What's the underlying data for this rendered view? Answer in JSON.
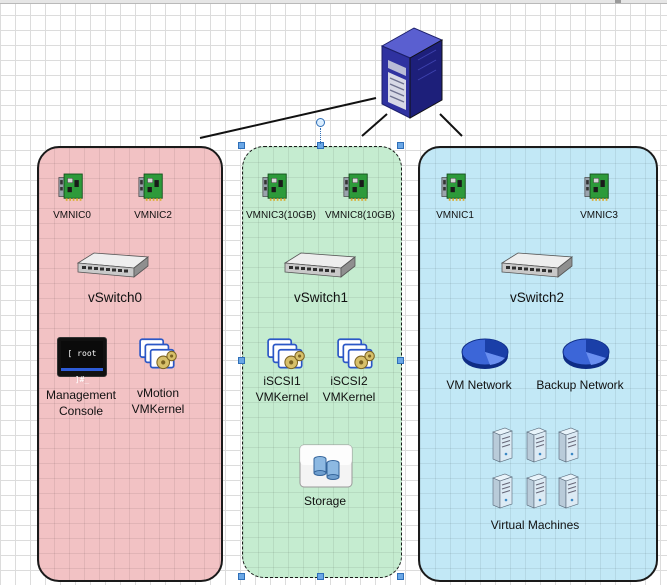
{
  "host": {
    "icon": "server-icon"
  },
  "colors": {
    "management": "#f2c2c4",
    "storage": "#c5ecd0",
    "vm": "#c2e8f6"
  },
  "panels": [
    {
      "nics": [
        "VMNIC0",
        "VMNIC2"
      ],
      "vswitch": "vSwitch0",
      "items": [
        {
          "lines": [
            "Management",
            "Console"
          ],
          "icon": "console-icon"
        },
        {
          "lines": [
            "vMotion",
            "VMKernel"
          ],
          "icon": "vmkernel-icon"
        }
      ]
    },
    {
      "nics": [
        "VMNIC3(10GB)",
        "VMNIC8(10GB)"
      ],
      "vswitch": "vSwitch1",
      "items": [
        {
          "lines": [
            "iSCSI1",
            "VMKernel"
          ],
          "icon": "vmkernel-icon"
        },
        {
          "lines": [
            "iSCSI2",
            "VMKernel"
          ],
          "icon": "vmkernel-icon"
        }
      ],
      "storage": {
        "label": "Storage",
        "icon": "storage-icon"
      }
    },
    {
      "nics": [
        "VMNIC1",
        "VMNIC3"
      ],
      "vswitch": "vSwitch2",
      "items": [
        {
          "lines": [
            "VM Network"
          ],
          "icon": "port-group-icon"
        },
        {
          "lines": [
            "Backup Network"
          ],
          "icon": "port-group-icon"
        }
      ],
      "vms": {
        "label": "Virtual Machines",
        "icon": "virtual-machine-icon"
      }
    }
  ],
  "console_prompt": "[ root ]#_"
}
